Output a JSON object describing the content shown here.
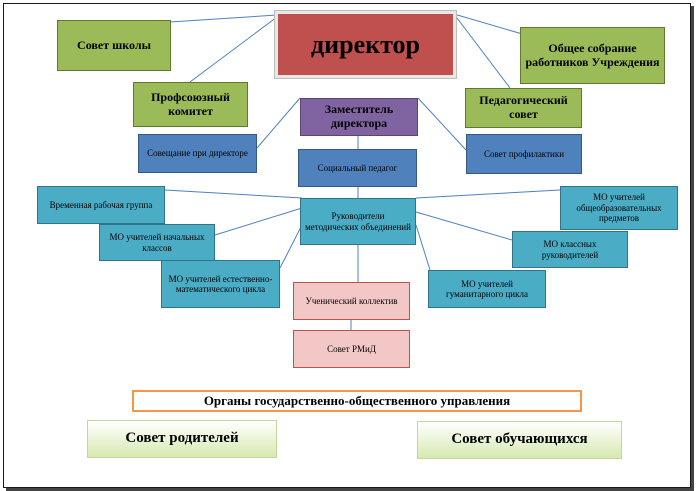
{
  "nodes": {
    "director": "директор",
    "school_council": "Совет школы",
    "general_meeting": "Общее собрание работников Учреждения",
    "trade_union": "Профсоюзный комитет",
    "pedagogical_council": "Педагогический совет",
    "deputy": "Заместитель директора",
    "director_meeting": "Совещание при директоре",
    "social_teacher": "Социальный педагог",
    "prevention_council": "Совет профилактики",
    "temp_group": "Временная рабочая группа",
    "mo_primary": "МО учителей начальных классов",
    "mo_science": "МО учителей естественно-математического цикла",
    "method_heads": "Руководители методических объединений",
    "mo_general": "МО учителей общеобразовательных предметов",
    "mo_class": "МО классных руководителей",
    "mo_humanities": "МО учителей гуманитарного цикла",
    "student_body": "Ученический коллектив",
    "council_rmid": "Совет РМиД",
    "state_public_bodies": "Органы государственно-общественного управления",
    "parents_council": "Совет родителей",
    "students_council": "Совет обучающихся"
  },
  "colors": {
    "green": "#9bbb59",
    "director_red": "#c0504d",
    "purple": "#8064a2",
    "blue": "#4f81bd",
    "teal": "#4bacc6",
    "pink": "#f4c7c7",
    "orange_border": "#f79646",
    "line": "#4f81bd"
  }
}
